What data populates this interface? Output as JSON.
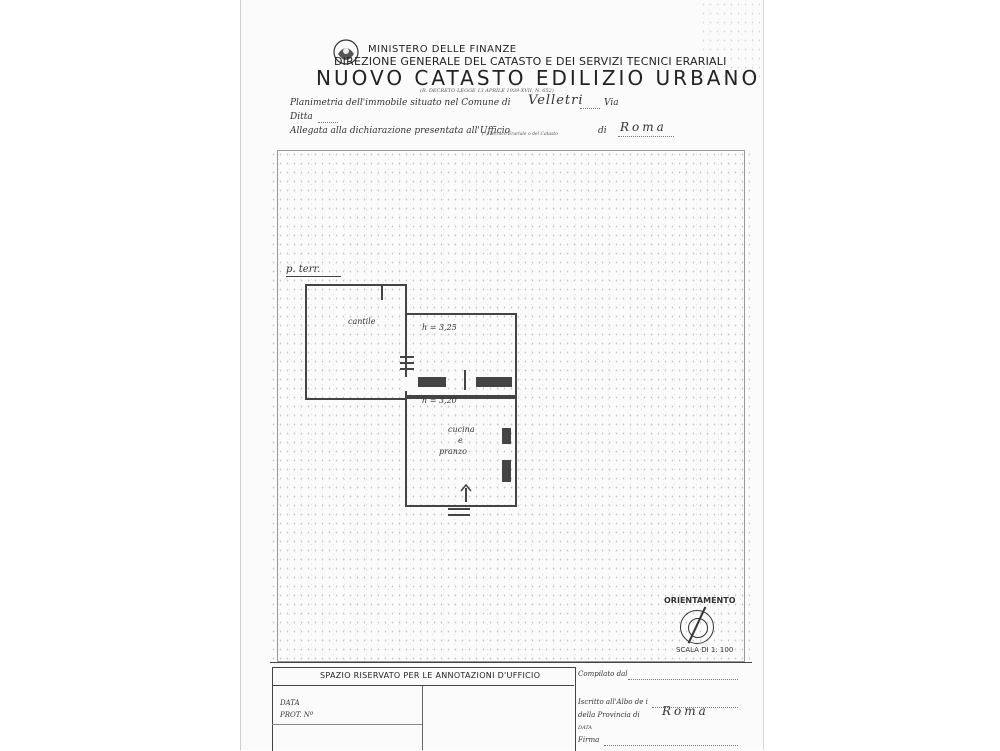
{
  "header": {
    "ministry": "MINISTERO DELLE FINANZE",
    "direzione": "DIREZIONE GENERALE DEL CATASTO E DEI SERVIZI TECNICI ERARIALI",
    "title": "NUOVO CATASTO EDILIZIO URBANO",
    "decree": "(R. DECRETO-LEGGE 13 APRILE 1939-XVII, N. 652)"
  },
  "form": {
    "planimetria_label": "Planimetria dell'immobile situato nel Comune di",
    "comune_value": "Velletri",
    "via_label": "Via",
    "ditta_label": "Ditta",
    "allegata_label": "Allegata alla dichiarazione presentata all'Ufficio",
    "ufficio_note": "(*) Tecnico Erariale o del Catasto",
    "di_label": "di",
    "ufficio_value": "Roma"
  },
  "plan": {
    "floor_label": "p. terr.",
    "room1_label": "cantile",
    "height1": "h = 3,25",
    "height2": "h = 3,20",
    "room2_label_1": "cucina",
    "room2_label_2": "e",
    "room2_label_3": "pranzo"
  },
  "orientation": {
    "label": "ORIENTAMENTO",
    "scale": "SCALA DI 1: 100"
  },
  "office": {
    "header": "SPAZIO RISERVATO PER LE ANNOTAZIONI D'UFFICIO",
    "data_label": "DATA",
    "prot_label": "PROT. Nº"
  },
  "compiler": {
    "compilato_label": "Compilato dal",
    "iscritto_label": "Iscritto all'Albo de i",
    "provincia_label": "della Provincia di",
    "provincia_value": "Roma",
    "data_label": "DATA",
    "firma_label": "Firma"
  }
}
